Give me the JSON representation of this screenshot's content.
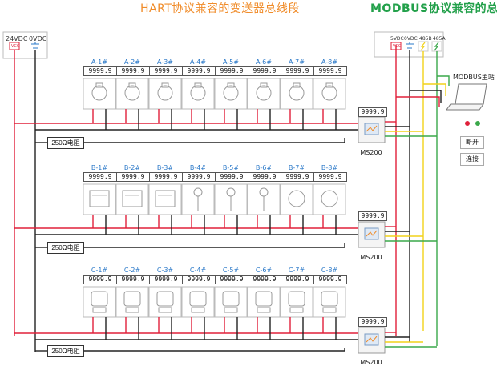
{
  "titles": {
    "hart": "HART协议兼容的变送器总线段",
    "modbus": "MODBUS协议兼容的总线段"
  },
  "power_left": {
    "v24": "24VDC",
    "v0": "0VDC",
    "vcc": "VCC"
  },
  "power_right": {
    "v5": "5VDC",
    "v0": "0VDC",
    "b485": "485B",
    "a485": "485A",
    "vcc": "VCC"
  },
  "master": {
    "label": "MODBUS主站",
    "disconnect": "断开",
    "connect": "连接"
  },
  "rows": [
    {
      "devices": [
        "A-1#",
        "A-2#",
        "A-3#",
        "A-4#",
        "A-5#",
        "A-6#",
        "A-7#",
        "A-8#"
      ],
      "readings": [
        "9999.9",
        "9999.9",
        "9999.9",
        "9999.9",
        "9999.9",
        "9999.9",
        "9999.9",
        "9999.9"
      ],
      "resistor": "250Ω电阻",
      "ms_reading": "9999.9",
      "ms_label": "MS200"
    },
    {
      "devices": [
        "B-1#",
        "B-2#",
        "B-3#",
        "B-4#",
        "B-5#",
        "B-6#",
        "B-7#",
        "B-8#"
      ],
      "readings": [
        "9999.9",
        "9999.9",
        "9999.9",
        "9999.9",
        "9999.9",
        "9999.9",
        "9999.9",
        "9999.9"
      ],
      "resistor": "250Ω电阻",
      "ms_reading": "9999.9",
      "ms_label": "MS200"
    },
    {
      "devices": [
        "C-1#",
        "C-2#",
        "C-3#",
        "C-4#",
        "C-5#",
        "C-6#",
        "C-7#",
        "C-8#"
      ],
      "readings": [
        "9999.9",
        "9999.9",
        "9999.9",
        "9999.9",
        "9999.9",
        "9999.9",
        "9999.9",
        "9999.9"
      ],
      "resistor": "250Ω电阻",
      "ms_reading": "9999.9",
      "ms_label": "MS200"
    }
  ],
  "colors": {
    "red": "#e0203a",
    "black": "#222222",
    "yellow": "#f2d21a",
    "green": "#3aa84a",
    "blue": "#2a78c8",
    "orange": "#f08c2a"
  }
}
